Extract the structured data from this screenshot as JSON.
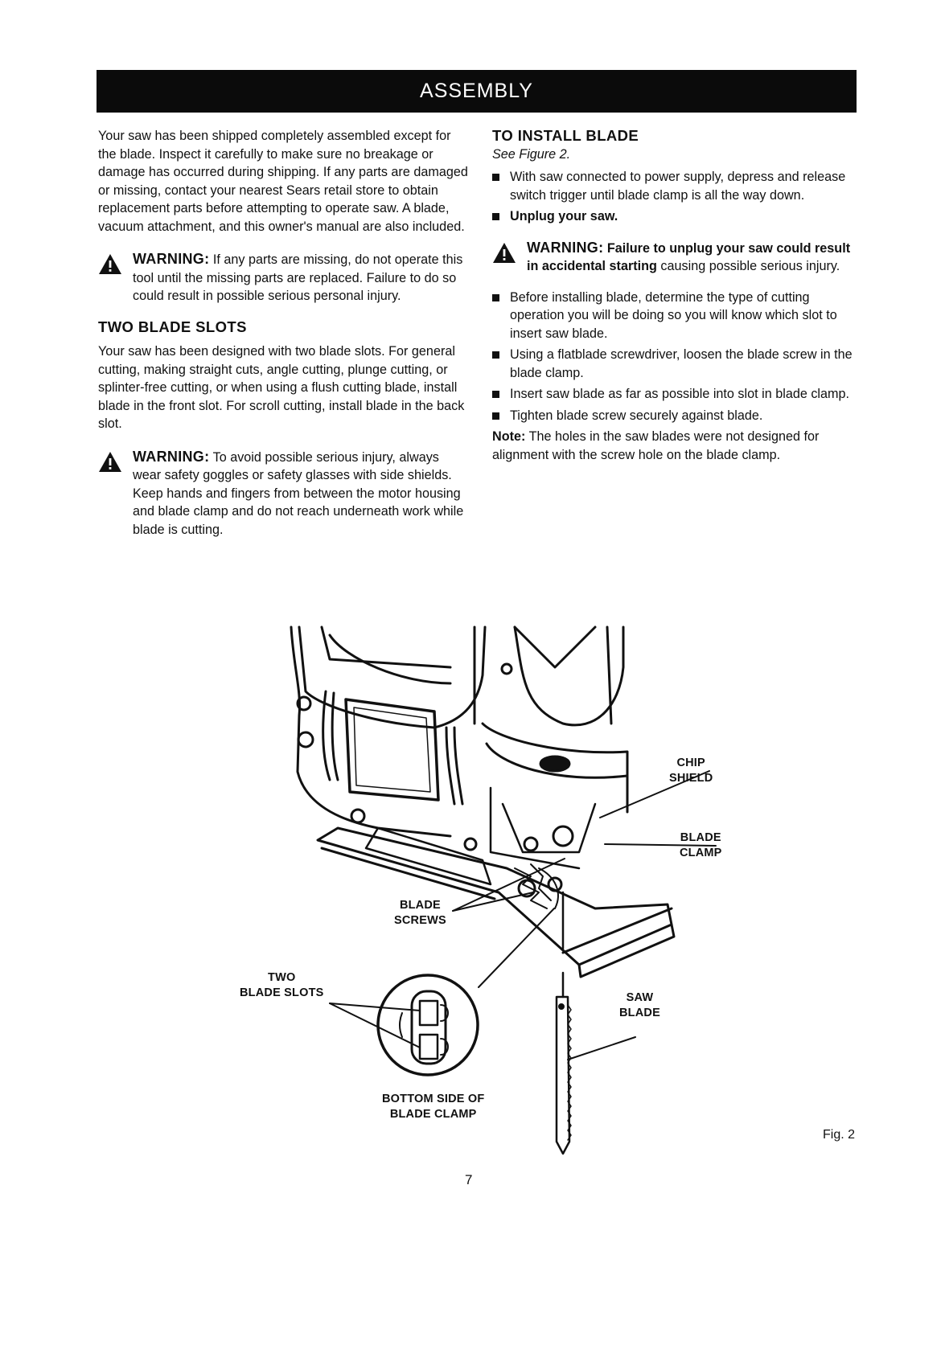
{
  "header": {
    "title": "ASSEMBLY"
  },
  "left": {
    "intro": "Your saw has been shipped completely assembled except for the blade. Inspect it carefully to make sure no breakage or damage has occurred during shipping. If any parts are damaged or missing, contact your nearest Sears retail store to obtain replacement parts before attempting to operate saw. A blade, vacuum attachment, and this owner's manual are also included.",
    "warning1_label": "WARNING:",
    "warning1_text": " If any parts are missing, do not operate this tool until the missing parts are replaced. Failure to do so could result in possible serious personal injury.",
    "slots_heading": "TWO BLADE SLOTS",
    "slots_text": "Your saw has been designed with two blade slots. For general cutting, making straight cuts, angle cutting, plunge cutting, or splinter-free cutting, or when using a flush cutting blade, install blade in the front slot. For scroll cutting, install blade in the back slot.",
    "warning2_label": "WARNING:",
    "warning2_text": " To avoid possible serious injury, always wear safety goggles or safety glasses with side shields. Keep hands and fingers from between the motor housing and blade clamp and do not reach underneath work while blade is cutting."
  },
  "right": {
    "heading": "TO INSTALL BLADE",
    "subheading": "See Figure 2.",
    "step1": "With saw connected to power supply, depress and release switch trigger until blade clamp is all the way down.",
    "step2": "Unplug your saw.",
    "warning_label": "WARNING:",
    "warning_bold": " Failure to unplug your saw could result in accidental starting",
    "warning_rest": " causing possible serious injury.",
    "step3": "Before installing blade, determine the type of cutting operation you will be doing so you will know which slot to insert saw blade.",
    "step4": "Using a flatblade screwdriver, loosen the blade screw in the blade clamp.",
    "step5": "Insert saw blade as far as possible into slot in blade clamp.",
    "step6": "Tighten blade screw securely against blade.",
    "note_label": "Note:",
    "note_text": " The holes in the saw blades were not designed for alignment with the screw hole on the blade clamp."
  },
  "figure": {
    "chip_shield_1": "CHIP",
    "chip_shield_2": "SHIELD",
    "blade_clamp_1": "BLADE",
    "blade_clamp_2": "CLAMP",
    "blade_screws_1": "BLADE",
    "blade_screws_2": "SCREWS",
    "two_slots_1": "TWO",
    "two_slots_2": "BLADE SLOTS",
    "saw_blade_1": "SAW",
    "saw_blade_2": "BLADE",
    "bottom_side_1": "BOTTOM SIDE OF",
    "bottom_side_2": "BLADE CLAMP",
    "fig_label": "Fig. 2"
  },
  "footer": {
    "page_number": "7"
  }
}
